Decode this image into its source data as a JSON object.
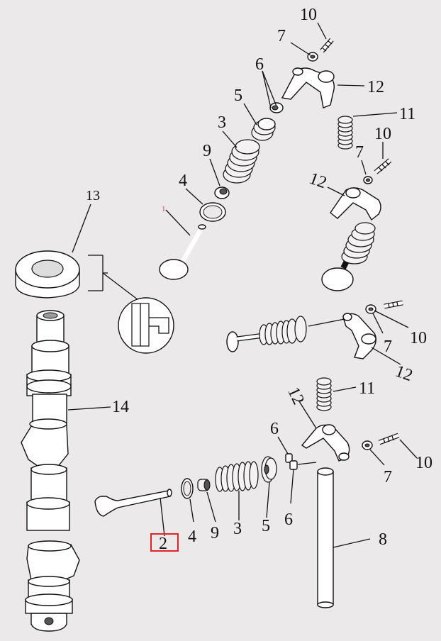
{
  "diagram": {
    "labels": {
      "l10a": "10",
      "l7a": "7",
      "l6a": "6",
      "l12a": "12",
      "l5a": "5",
      "l11a": "11",
      "l3a": "3",
      "l10b": "10",
      "l9a": "9",
      "l7b": "7",
      "l4a": "4",
      "l12b": "12",
      "l1a": "1",
      "l13": "13",
      "l10c": "10",
      "l7c": "7",
      "l12c": "12",
      "l14": "14",
      "l11b": "11",
      "l12d": "12",
      "l6b": "6",
      "l10d": "10",
      "l7d": "7",
      "l6c": "6",
      "l4b": "4",
      "l9b": "9",
      "l3b": "3",
      "l5b": "5",
      "l8": "8",
      "l2": "2"
    },
    "highlight_color": "#e0242a"
  }
}
